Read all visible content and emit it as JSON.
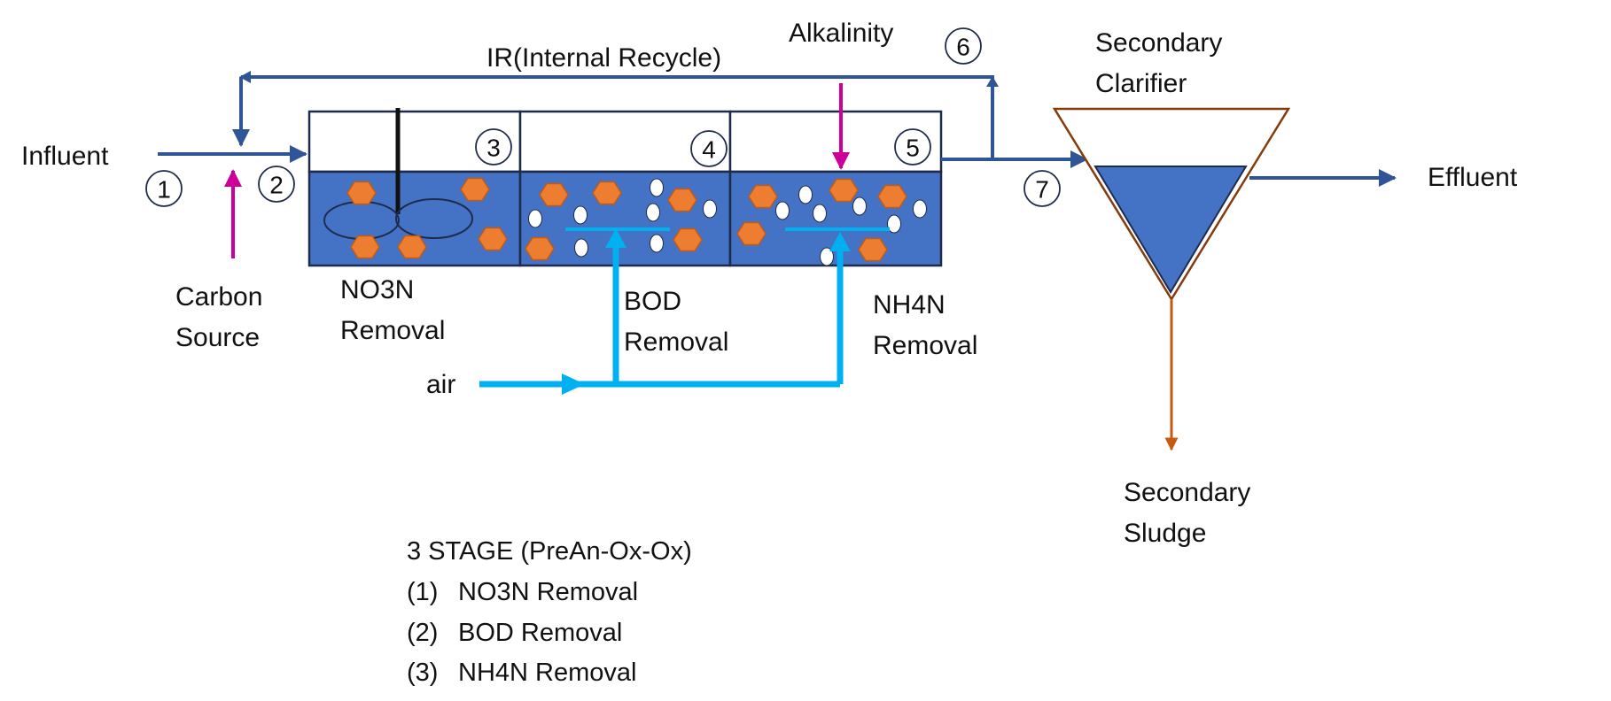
{
  "colors": {
    "pipe": "#2f5597",
    "air": "#00b0f0",
    "chemical": "#cc0099",
    "water": "#4472c4",
    "floc": "#ed7d31",
    "floc_edge": "#c55a11",
    "sludge": "#c55a11",
    "outline": "#1f2b4d"
  },
  "labels": {
    "influent": "Influent",
    "carbon_source_line1": "Carbon",
    "carbon_source_line2": "Source",
    "internal_recycle": "IR(Internal Recycle)",
    "alkalinity": "Alkalinity",
    "secondary_clarifier_line1": "Secondary",
    "secondary_clarifier_line2": "Clarifier",
    "effluent": "Effluent",
    "secondary_sludge_line1": "Secondary",
    "secondary_sludge_line2": "Sludge",
    "air": "air",
    "no3n_removal_line1": "NO3N",
    "no3n_removal_line2": "Removal",
    "bod_removal_line1": "BOD",
    "bod_removal_line2": "Removal",
    "nh4n_removal_line1": "NH4N",
    "nh4n_removal_line2": "Removal"
  },
  "points": {
    "p1": "1",
    "p2": "2",
    "p3": "3",
    "p4": "4",
    "p5": "5",
    "p6": "6",
    "p7": "7"
  },
  "legend": {
    "title": "3 STAGE (PreAn-Ox-Ox)",
    "items": [
      {
        "num": "(1)",
        "text": "NO3N Removal"
      },
      {
        "num": "(2)",
        "text": "BOD Removal"
      },
      {
        "num": "(3)",
        "text": "NH4N Removal"
      }
    ]
  }
}
